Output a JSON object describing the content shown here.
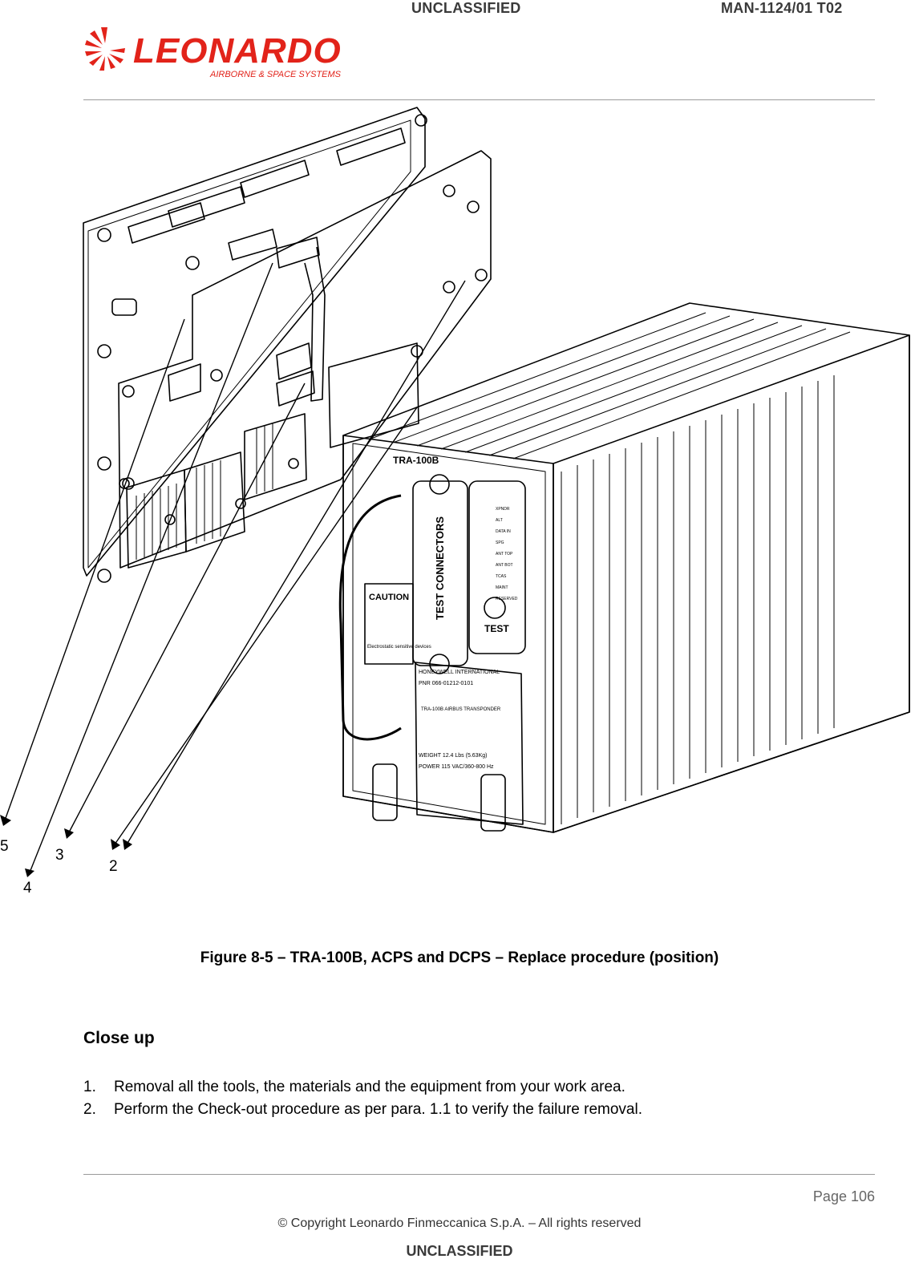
{
  "header": {
    "classification": "UNCLASSIFIED",
    "doc_ref": "MAN-1124/01 T02",
    "logo_text": "LEONARDO",
    "logo_subtext": "AIRBORNE & SPACE SYSTEMS"
  },
  "figure": {
    "callouts": [
      "5",
      "4",
      "3",
      "2"
    ],
    "unit_labels": {
      "model_plate": "TRA-100B",
      "test_connectors": "TEST CONNECTORS",
      "test_button": "TEST",
      "caution": "CAUTION",
      "esd_text": "Electrostatic sensitive devices",
      "manufacturer": "HONEYWELL INTERNATIONAL",
      "pnr": "PNR 066-01212-0101",
      "product": "TRA-100B AIRBUS TRANSPONDER",
      "weight": "WEIGHT 12.4 Lbs (5.63Kg)",
      "power": "POWER 115 VAC/360-800 Hz",
      "leds": [
        "XPNDR",
        "ALT",
        "DATA IN",
        "SPG",
        "ANT TOP",
        "ANT BOT",
        "TCAS",
        "MAINT",
        "RESERVED"
      ]
    },
    "caption": "Figure 8-5 – TRA-100B, ACPS and DCPS – Replace procedure (position)"
  },
  "section": {
    "title": "Close up",
    "steps": [
      {
        "num": "1.",
        "text": "Removal all the tools, the materials and the equipment from your work area."
      },
      {
        "num": "2.",
        "text": "Perform the Check-out procedure as per para. 1.1 to verify the failure removal."
      }
    ]
  },
  "footer": {
    "page": "Page 106",
    "copyright": "© Copyright Leonardo Finmeccanica S.p.A.  – All rights reserved",
    "classification": "UNCLASSIFIED"
  },
  "colors": {
    "brand_red": "#e2231a",
    "rule": "#9a9a9a",
    "line_art": "#000000"
  }
}
